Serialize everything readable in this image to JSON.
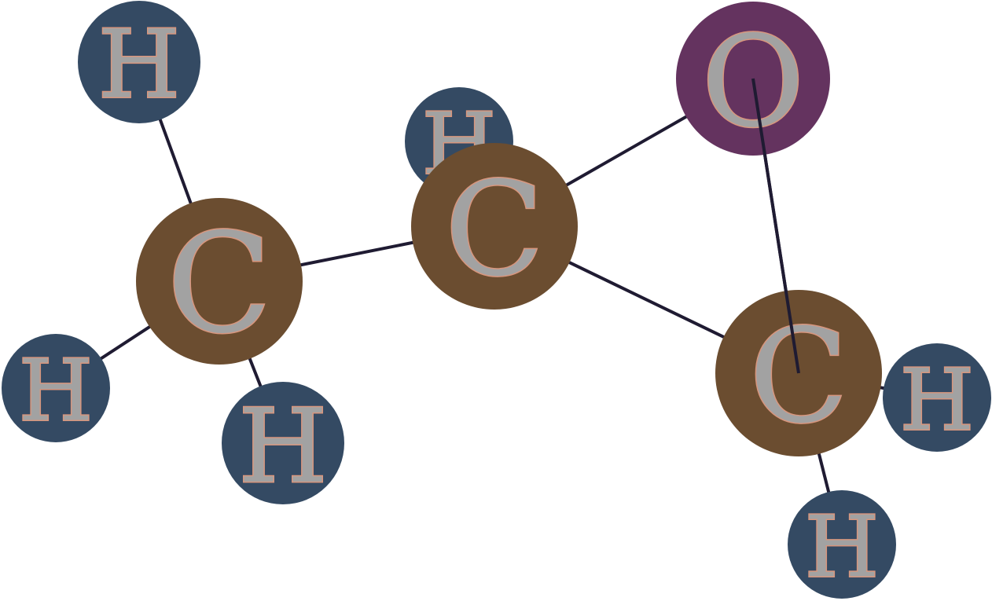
{
  "colors": {
    "background": "#ffffff",
    "bond": "#1f1b32",
    "carbon": "#6b4d30",
    "hydrogen": "#344a63",
    "oxygen": "#64335f",
    "label_fill": "#a2a2a2",
    "label_outline": "#d7967e"
  },
  "molecule": {
    "atoms": [
      {
        "id": "h1",
        "element": "H"
      },
      {
        "id": "h2",
        "element": "H"
      },
      {
        "id": "h3",
        "element": "H"
      },
      {
        "id": "h4",
        "element": "H"
      },
      {
        "id": "h5",
        "element": "H"
      },
      {
        "id": "h6",
        "element": "H"
      },
      {
        "id": "c1",
        "element": "C"
      },
      {
        "id": "c2",
        "element": "C"
      },
      {
        "id": "c3",
        "element": "C"
      },
      {
        "id": "o1",
        "element": "O"
      }
    ],
    "bonds": [
      [
        "c1",
        "h1"
      ],
      [
        "c1",
        "h2"
      ],
      [
        "c1",
        "h3"
      ],
      [
        "c1",
        "c2"
      ],
      [
        "c2",
        "h4"
      ],
      [
        "c2",
        "o1"
      ],
      [
        "c2",
        "c3"
      ],
      [
        "o1",
        "c3"
      ],
      [
        "c3",
        "h5"
      ],
      [
        "c3",
        "h6"
      ]
    ]
  }
}
